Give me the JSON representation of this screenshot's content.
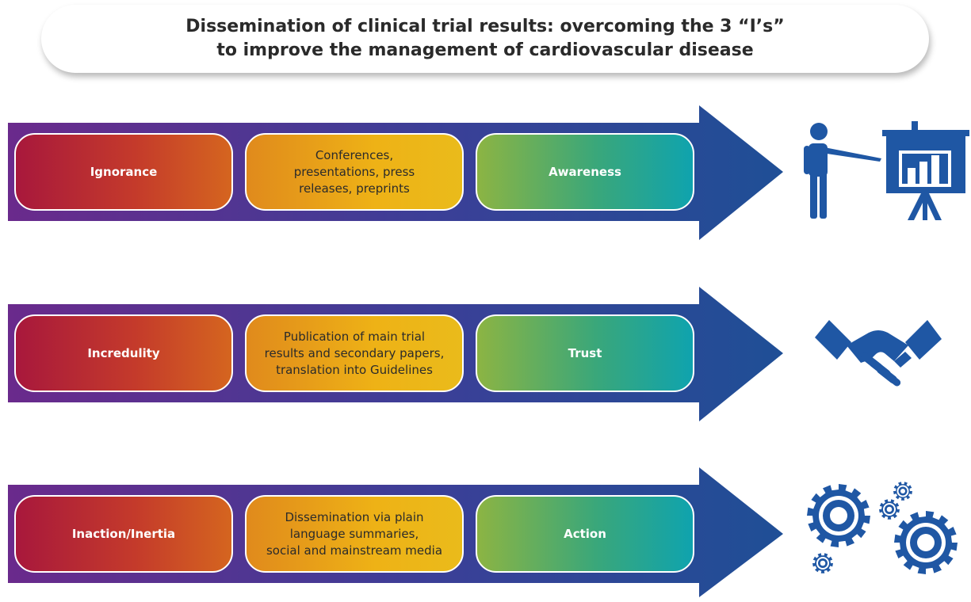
{
  "title": {
    "line1": "Dissemination of clinical trial results: overcoming the 3 “I’s”",
    "line2": "to improve the management of cardiovascular disease"
  },
  "rows": [
    {
      "barrier": "Ignorance",
      "means_lines": [
        "Conferences,",
        "presentations, press",
        "releases, preprints"
      ],
      "outcome": "Awareness",
      "icon": "presenter-chart-icon"
    },
    {
      "barrier": "Incredulity",
      "means_lines": [
        "Publication of main trial",
        "results and secondary papers,",
        "translation into Guidelines"
      ],
      "outcome": "Trust",
      "icon": "handshake-icon"
    },
    {
      "barrier": "Inaction/Inertia",
      "means_lines": [
        "Dissemination via plain",
        "language summaries,",
        "social and mainstream media"
      ],
      "outcome": "Action",
      "icon": "gears-icon"
    }
  ],
  "colors": {
    "arrow_start": "#6a2a8c",
    "arrow_end": "#1f4f96",
    "icon": "#1f57a4",
    "barrier_gradient": [
      "#a8183c",
      "#d5651f"
    ],
    "means_gradient": [
      "#e08a1c",
      "#eabb1b"
    ],
    "outcome_gradient": [
      "#8cb443",
      "#0fa3ae"
    ]
  }
}
